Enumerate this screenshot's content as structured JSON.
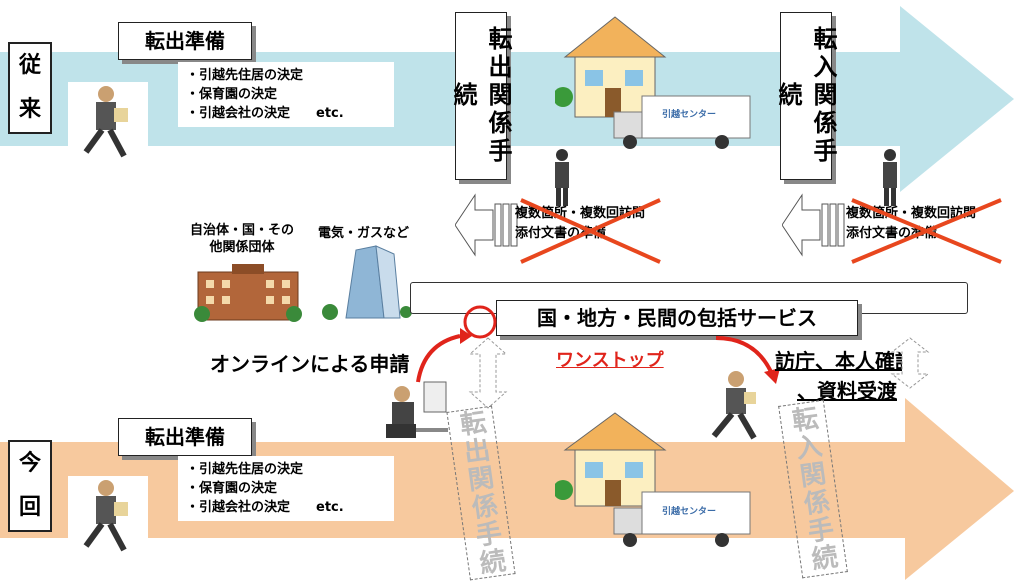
{
  "top_row": {
    "side_label_1": "従",
    "side_label_2": "来",
    "prep_title": "転出準備",
    "bullets": [
      "・引越先住居の決定",
      "・保育園の決定",
      "・引越会社の決定　　etc."
    ],
    "proc_out": "転出関係手続",
    "proc_in": "転入関係手続",
    "truck_label": "引越センター",
    "struck_text_1": "複数箇所・複数回訪問",
    "struck_text_2": "添付文書の準備"
  },
  "middle": {
    "org_label_1": "自治体・国・その",
    "org_label_2": "他関係団体",
    "utility_label": "電気・ガスなど",
    "service_title": "国・地方・民間の包括サービス",
    "online_label": "オンラインによる申請",
    "one_stop": "ワンストップ",
    "visit_label_1": "訪庁、本人確認",
    "visit_label_2": "、資料受渡"
  },
  "bottom_row": {
    "side_label_1": "今",
    "side_label_2": "回",
    "prep_title": "転出準備",
    "bullets": [
      "・引越先住居の決定",
      "・保育園の決定",
      "・引越会社の決定　　etc."
    ],
    "proc_out": "転出関係手続",
    "proc_in": "転入関係手続",
    "truck_label": "引越センター"
  },
  "colors": {
    "top_arrow": "#bfe3ea",
    "bottom_arrow": "#f7c99e",
    "strike": "#e8471e",
    "accent_red": "#e0241b"
  }
}
